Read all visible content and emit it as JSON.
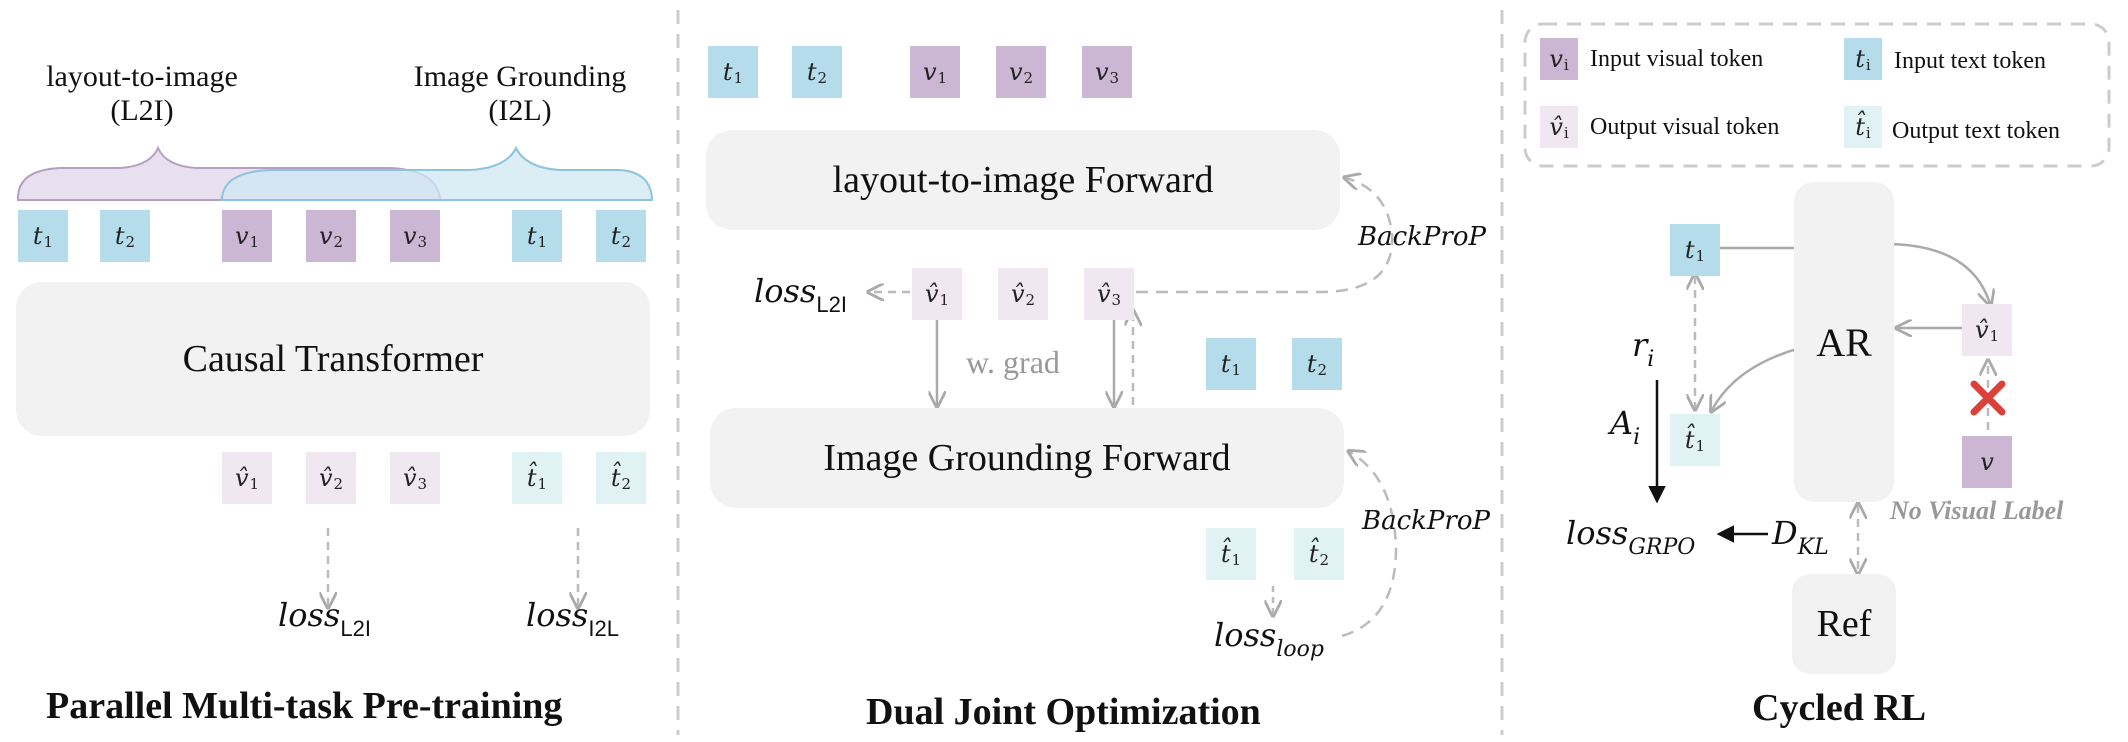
{
  "panels": {
    "left": {
      "title": "Parallel Multi-task Pre-training",
      "brace_left": {
        "line1": "layout-to-image",
        "line2": "(L2I)"
      },
      "brace_right": {
        "line1": "Image Grounding",
        "line2": "(I2L)"
      },
      "transformer_label": "Causal Transformer",
      "loss_l2i": {
        "base": "loss",
        "sub": "L2I"
      },
      "loss_i2l": {
        "base": "loss",
        "sub": "I2L"
      }
    },
    "middle": {
      "title": "Dual Joint Optimization",
      "forward_top": "layout-to-image Forward",
      "forward_bottom": "Image Grounding Forward",
      "grad_label": "w. grad",
      "backprop_top": "BackProP",
      "backprop_bottom": "BackProP",
      "loss_l2i": {
        "base": "loss",
        "sub": "L2I"
      },
      "loss_loop": {
        "base": "loss",
        "sub": "loop"
      }
    },
    "right": {
      "title": "Cycled RL",
      "ar_label": "AR",
      "ref_label": "Ref",
      "reward_label": {
        "base": "r",
        "sub": "i"
      },
      "advantage_label": {
        "base": "A",
        "sub": "i"
      },
      "kl_label": {
        "base": "D",
        "sub": "KL"
      },
      "loss_grpo": {
        "base": "loss",
        "sub": "GRPO"
      },
      "no_visual_label": "No Visual Label",
      "legend": [
        {
          "symbol": "v",
          "sub": "i",
          "hat": false,
          "text": "Input visual token",
          "color": "#cbb6d3"
        },
        {
          "symbol": "t",
          "sub": "i",
          "hat": false,
          "text": "Input text token",
          "color": "#b5dcea"
        },
        {
          "symbol": "v̂",
          "sub": "i",
          "hat": true,
          "text": "Output visual token",
          "color": "#f1e7f0"
        },
        {
          "symbol": "t̂",
          "sub": "i",
          "hat": true,
          "text": "Output text token",
          "color": "#e1f2f5"
        }
      ]
    }
  },
  "tokens": {
    "t1": {
      "base": "t",
      "sub": "1"
    },
    "t2": {
      "base": "t",
      "sub": "2"
    },
    "v1": {
      "base": "v",
      "sub": "1"
    },
    "v2": {
      "base": "v",
      "sub": "2"
    },
    "v3": {
      "base": "v",
      "sub": "3"
    },
    "v1h": {
      "base": "v̂",
      "sub": "1"
    },
    "v2h": {
      "base": "v̂",
      "sub": "2"
    },
    "v3h": {
      "base": "v̂",
      "sub": "3"
    },
    "t1h": {
      "base": "t̂",
      "sub": "1"
    },
    "t2h": {
      "base": "t̂",
      "sub": "2"
    },
    "v": {
      "base": "v",
      "sub": ""
    }
  },
  "colors": {
    "input_text": "#b5dcea",
    "input_visual": "#cbb6d3",
    "output_visual": "#f1e7f0",
    "output_text": "#e1f2f5",
    "box": "#f2f2f2",
    "cross": "#d9413b"
  }
}
